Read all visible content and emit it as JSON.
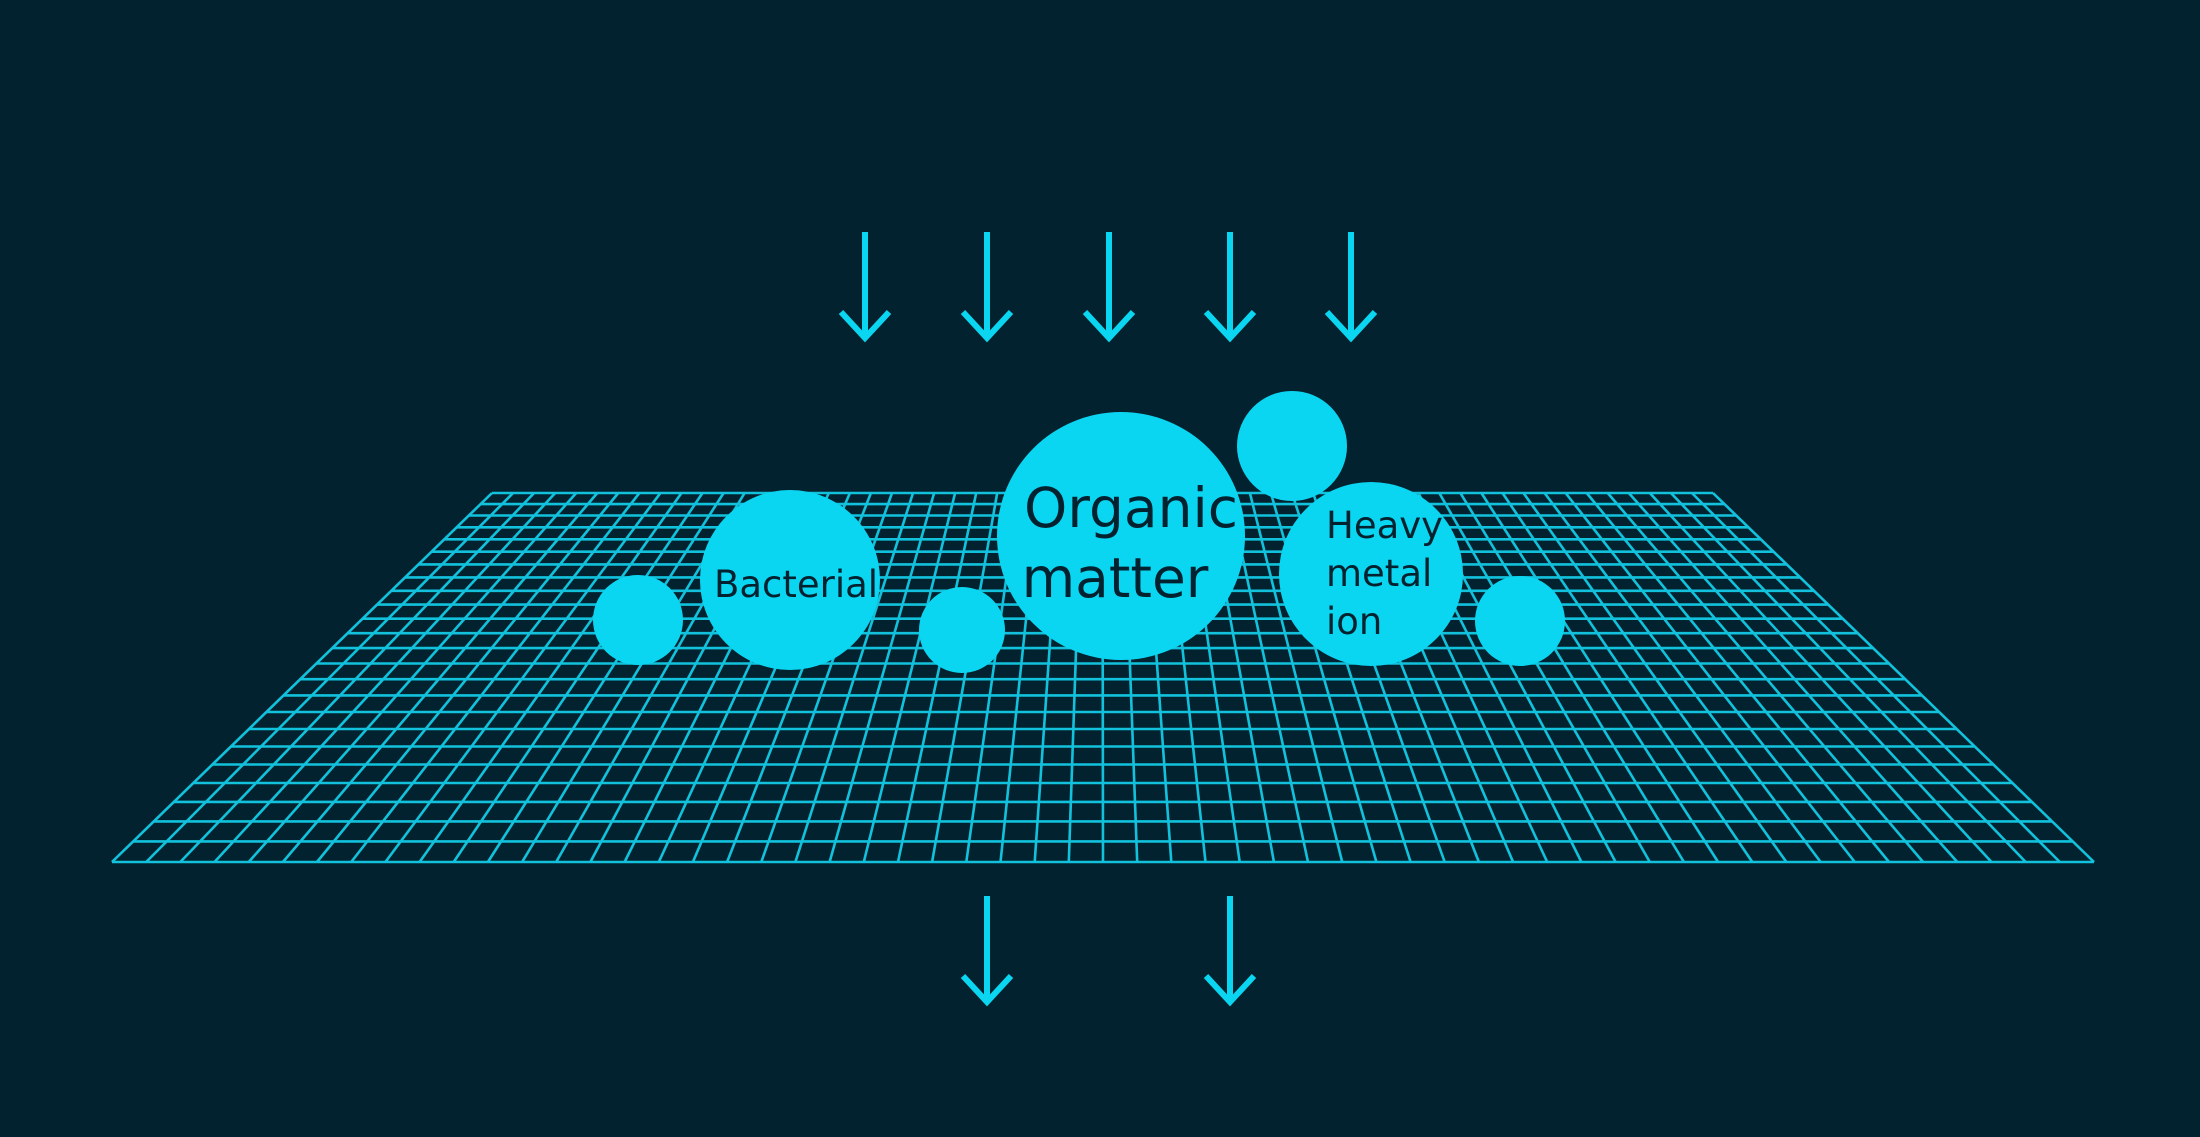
{
  "colors": {
    "background": "#03222f",
    "accent": "#0bd6f2",
    "grid_line": "#12c2dc",
    "label_text": "#03222f"
  },
  "labels": {
    "bacterial": "Bacterial",
    "organic_line1": "Organic",
    "organic_line2": "matter",
    "heavy_line1": "Heavy",
    "heavy_line2": "metal",
    "heavy_line3": "ion"
  },
  "arrows": {
    "incoming_count": 5,
    "outgoing_count": 2,
    "direction": "down"
  },
  "filter_mesh": {
    "shape": "perspective-grid"
  }
}
